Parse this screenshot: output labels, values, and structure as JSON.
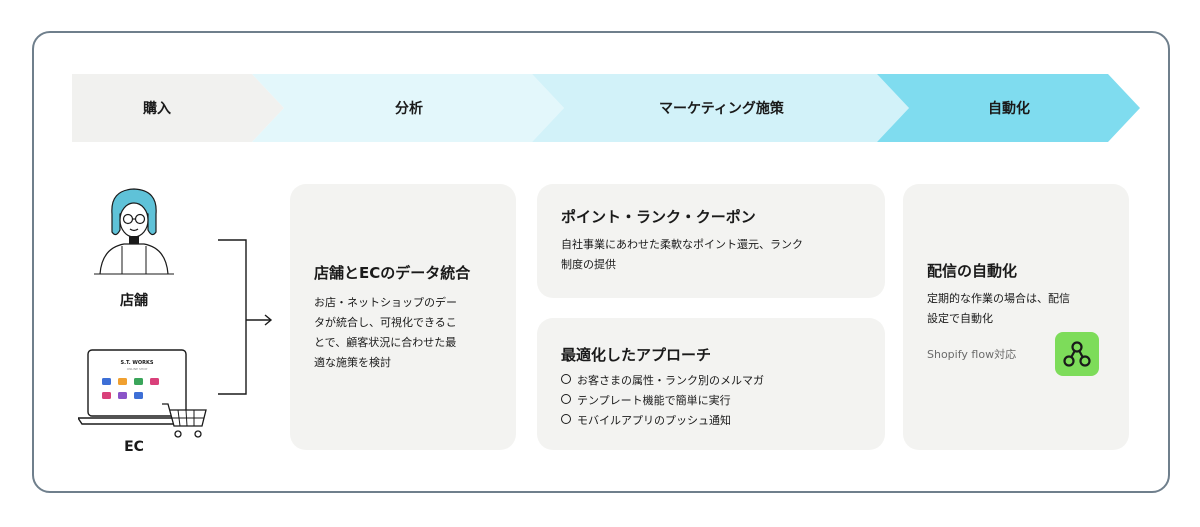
{
  "stages": [
    {
      "label": "購入"
    },
    {
      "label": "分析"
    },
    {
      "label": "マーケティング施策"
    },
    {
      "label": "自動化"
    }
  ],
  "sources": {
    "store_label": "店舗",
    "ec_label": "EC",
    "laptop_brand": "S.T. WORKS",
    "laptop_tagline": "ONLINE SHOP"
  },
  "integration": {
    "title": "店舗とECのデータ統合",
    "text_lines": [
      "お店・ネットショップのデー",
      "タが統合し、可視化できるこ",
      "とで、顧客状況に合わせた最",
      "適な施策を検討"
    ]
  },
  "points": {
    "title": "ポイント・ランク・クーポン",
    "text_lines": [
      "自社事業にあわせた柔軟なポイント還元、ランク",
      "制度の提供"
    ]
  },
  "approach": {
    "title": "最適化したアプローチ",
    "items": [
      "お客さまの属性・ランク別のメルマガ",
      "テンプレート機能で簡単に実行",
      "モバイルアプリのプッシュ通知"
    ]
  },
  "automation": {
    "title": "配信の自動化",
    "text_lines": [
      "定期的な作業の場合は、配信",
      "設定で自動化"
    ],
    "flow_note": "Shopify flow対応",
    "flow_icon": "shopify-flow-icon"
  },
  "colors": {
    "stage1": "#f1f1ef",
    "stage2": "#e3f7fb",
    "stage3": "#d2f2f9",
    "stage4": "#7fdcef",
    "card_bg": "#f3f3f1",
    "frame_border": "#6f7f8c",
    "hair": "#5fc2d8"
  }
}
